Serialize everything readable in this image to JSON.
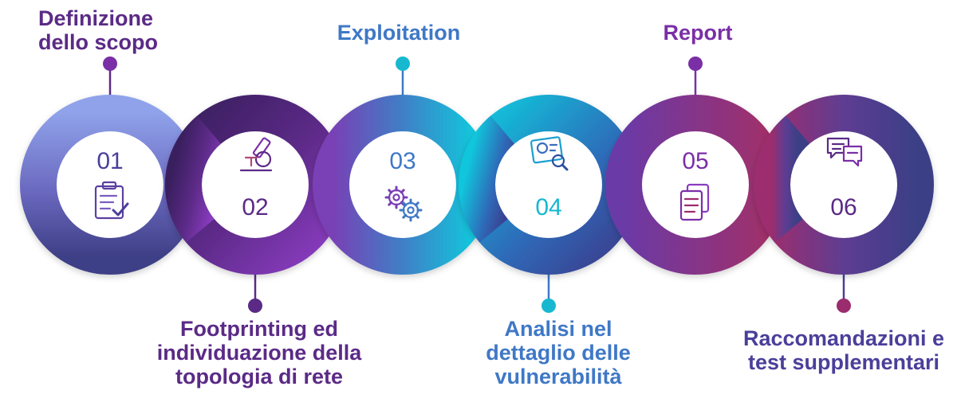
{
  "colors": {
    "purple_dark": "#5b2a86",
    "purple": "#7a2fa6",
    "indigo": "#4a3f9a",
    "blue": "#3f78c6",
    "teal": "#17b8cf",
    "magenta": "#9b2c6e",
    "periwinkle": "#8b9be0"
  },
  "steps": [
    {
      "number": "01",
      "label_lines": [
        "Definizione",
        "dello scopo"
      ],
      "icon": "clipboard-check-icon"
    },
    {
      "number": "02",
      "label_lines": [
        "Footprinting ed",
        "individuazione della",
        "topologia di rete"
      ],
      "icon": "microscope-icon"
    },
    {
      "number": "03",
      "label_lines": [
        "Exploitation"
      ],
      "icon": "gears-icon"
    },
    {
      "number": "04",
      "label_lines": [
        "Analisi nel",
        "dettaglio delle",
        "vulnerabilità"
      ],
      "icon": "chart-magnifier-icon"
    },
    {
      "number": "05",
      "label_lines": [
        "Report"
      ],
      "icon": "documents-icon"
    },
    {
      "number": "06",
      "label_lines": [
        "Raccomandazioni e",
        "test supplementari"
      ],
      "icon": "chat-bubbles-icon"
    }
  ]
}
